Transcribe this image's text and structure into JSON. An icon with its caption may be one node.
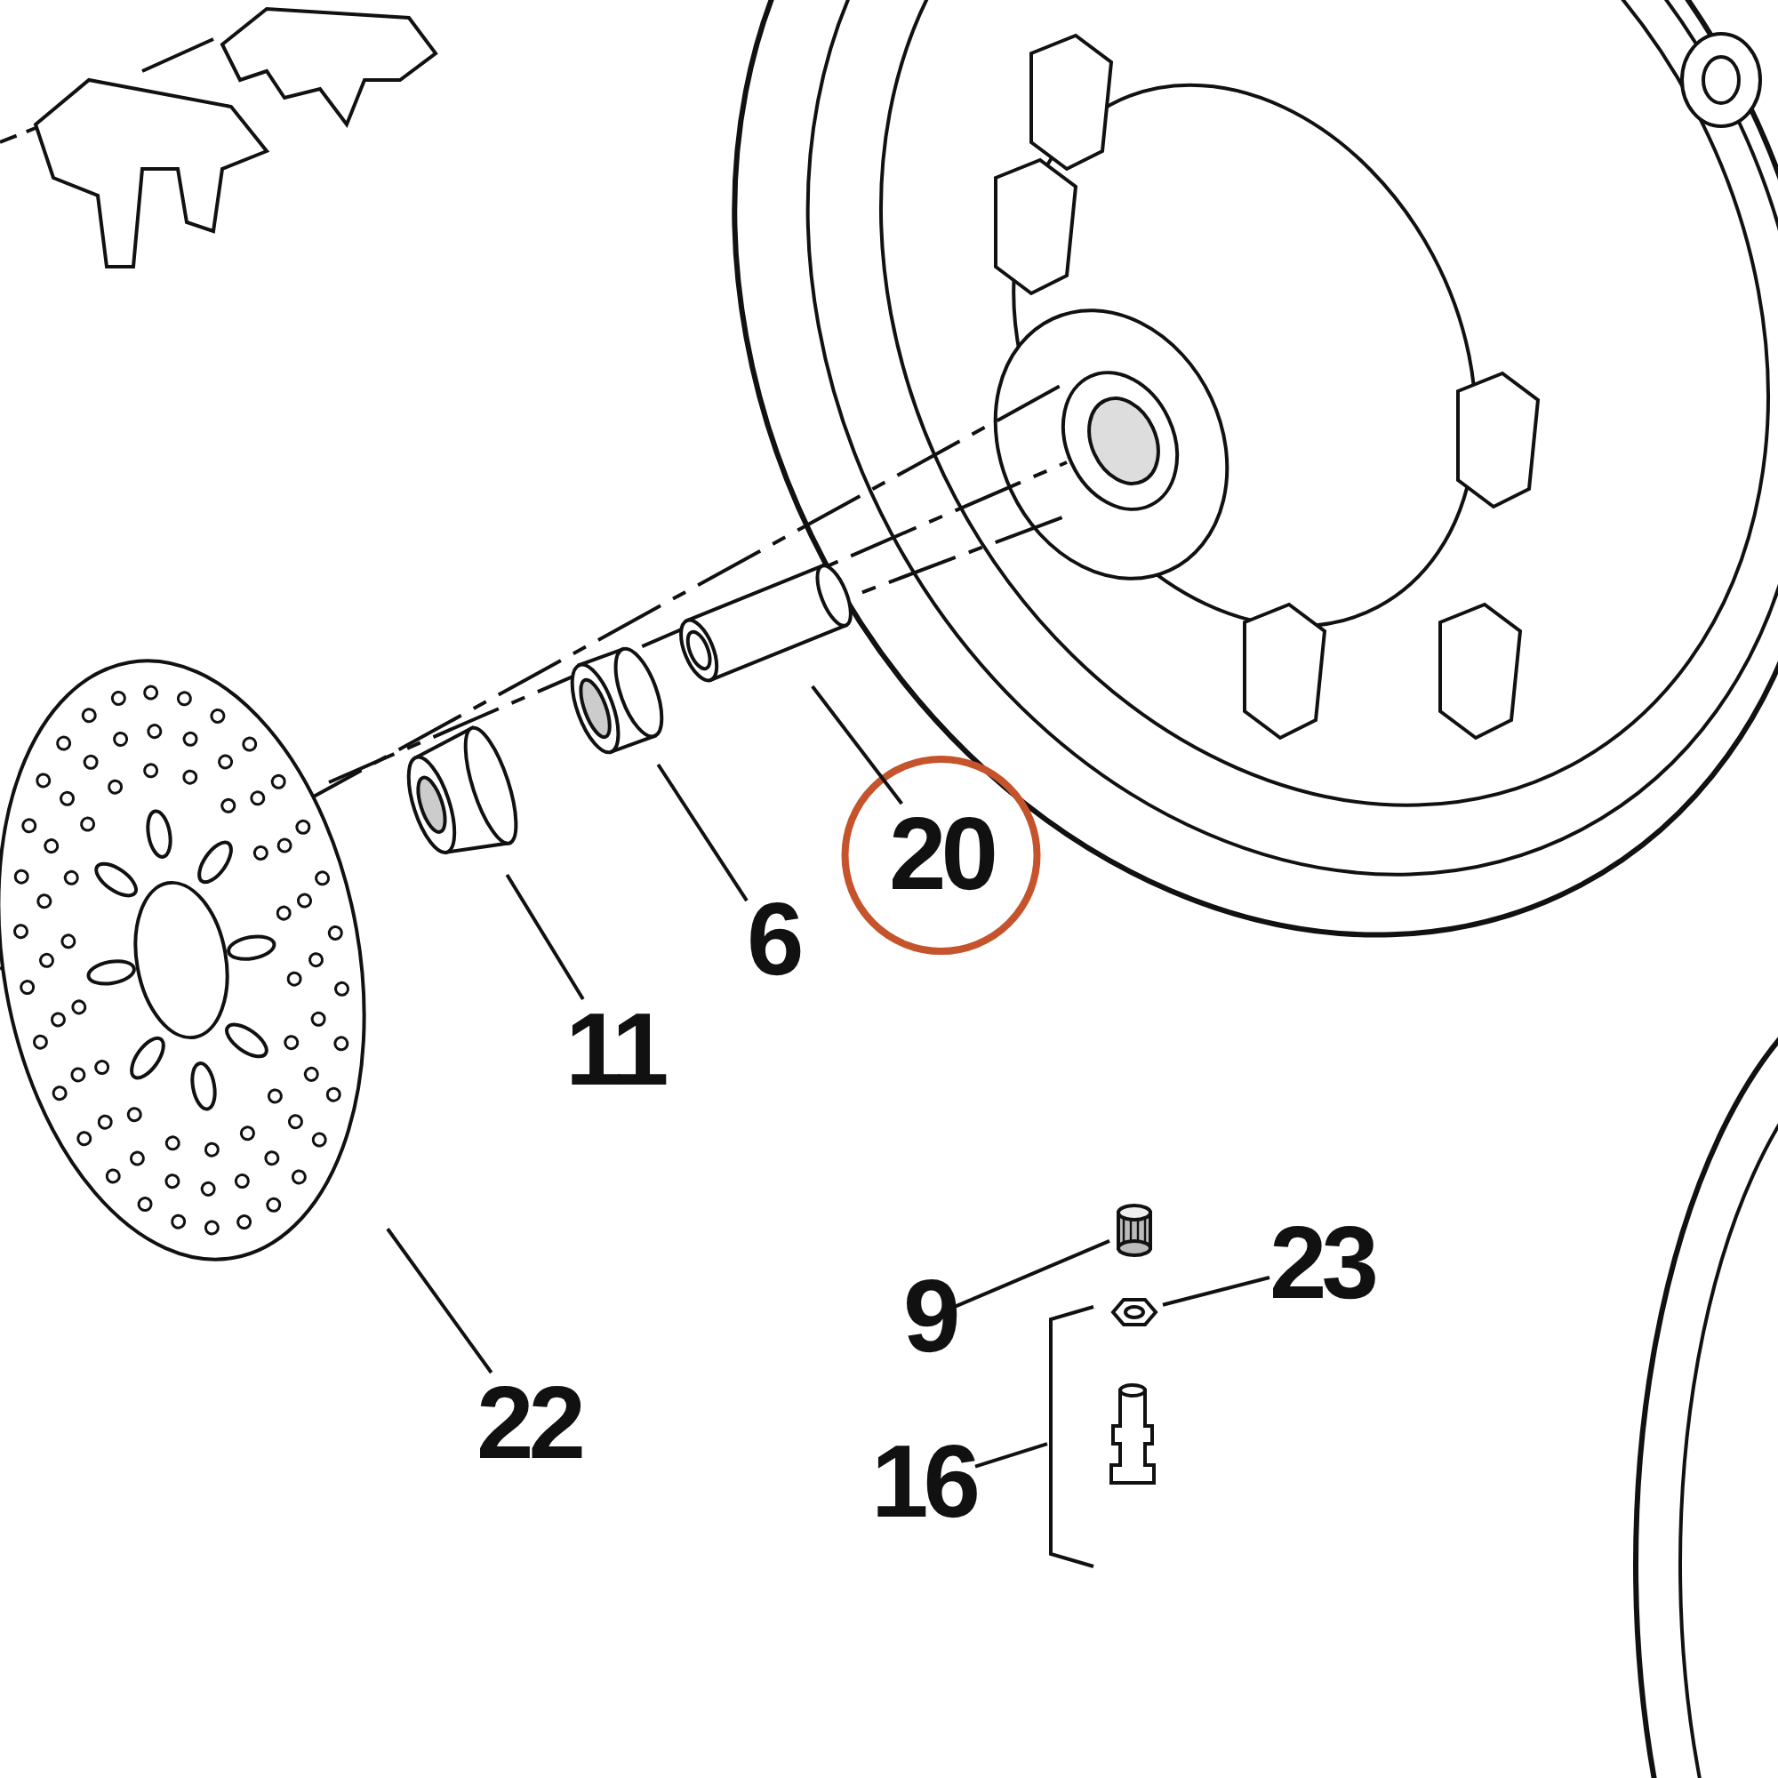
{
  "diagram": {
    "nodes": [
      {
        "text": [
          "20"
        ]
      },
      {
        "text": [],
        "shape": "picture"
      },
      {
        "text": [
          "6"
        ]
      },
      {
        "text": [],
        "shape": "picture"
      },
      {
        "text": [
          "11"
        ]
      },
      {
        "text": [],
        "shape": "picture"
      },
      {
        "text": [
          "22"
        ]
      },
      {
        "text": [],
        "shape": "picture"
      },
      {
        "text": [
          "9"
        ]
      },
      {
        "text": [],
        "shape": "picture"
      },
      {
        "text": [
          "23"
        ]
      },
      {
        "text": [],
        "shape": "picture"
      },
      {
        "text": [
          "16"
        ]
      },
      {
        "text": [],
        "shape": "bracket"
      }
    ],
    "edges": [
      {
        "from": 0,
        "to": 1,
        "arrow": "none"
      },
      {
        "from": 2,
        "to": 3,
        "arrow": "none"
      },
      {
        "from": 4,
        "to": 5,
        "arrow": "none"
      },
      {
        "from": 6,
        "to": 7,
        "arrow": "none"
      },
      {
        "from": 8,
        "to": 9,
        "arrow": "none"
      },
      {
        "from": 10,
        "to": 11,
        "arrow": "none"
      },
      {
        "from": 12,
        "to": 13,
        "arrow": "none"
      }
    ]
  }
}
